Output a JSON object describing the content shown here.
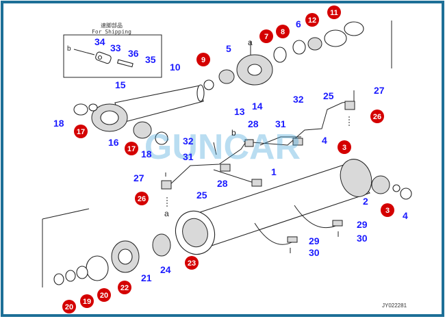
{
  "colors": {
    "border": "#1d6f97",
    "label_blue": "#1a1aff",
    "badge_red": "#d40000",
    "watermark": "#3aa0d8"
  },
  "inset": {
    "title_cn": "速脚部品",
    "title_en": "For Shipping",
    "a_label": "b"
  },
  "watermark": {
    "text": "GUNCAR"
  },
  "footer": {
    "code": "JY022281"
  },
  "letters": {
    "a1": "a",
    "a2": "a",
    "b1": "b",
    "b2": "b"
  },
  "labels": {
    "l1": "1",
    "l2": "2",
    "l4a": "4",
    "l4b": "4",
    "l5": "5",
    "l6": "6",
    "l10": "10",
    "l13": "13",
    "l14": "14",
    "l15": "15",
    "l16": "16",
    "l18a": "18",
    "l18b": "18",
    "l21": "21",
    "l24": "24",
    "l25a": "25",
    "l25b": "25",
    "l27a": "27",
    "l27b": "27",
    "l28a": "28",
    "l28b": "28",
    "l29a": "29",
    "l29b": "29",
    "l30a": "30",
    "l30b": "30",
    "l31a": "31",
    "l31b": "31",
    "l32a": "32",
    "l32b": "32",
    "l33": "33",
    "l34": "34",
    "l35": "35",
    "l36": "36"
  },
  "badges": {
    "b3a": "3",
    "b3b": "3",
    "b7": "7",
    "b8": "8",
    "b9": "9",
    "b11": "11",
    "b12": "12",
    "b17a": "17",
    "b17b": "17",
    "b19": "19",
    "b20a": "20",
    "b20b": "20",
    "b22": "22",
    "b23": "23",
    "b26a": "26",
    "b26b": "26"
  }
}
